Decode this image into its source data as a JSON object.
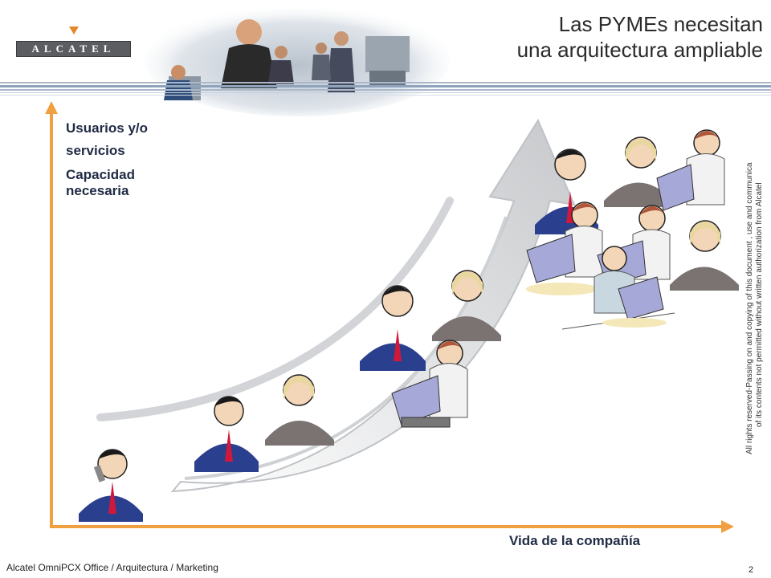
{
  "logo": {
    "text": "ALCATEL"
  },
  "title": {
    "line1": "Las PYMEs necesitan",
    "line2": "una arquitectura ampliable"
  },
  "chart": {
    "ylabel_line1": "Usuarios y/o",
    "ylabel_line2": "servicios",
    "capacity_line1": "Capacidad",
    "capacity_line2": "necesaria",
    "xlabel": "Vida de la compañía"
  },
  "disclaimer": {
    "line1": "All rights reserved-Passing on and copying of this document , use and communica",
    "line2": "of its contents not permitted without written authorization from Alcatel"
  },
  "footer": {
    "text": "Alcatel OmniPCX Office / Arquitectura / Marketing",
    "page": "2"
  },
  "colors": {
    "accent": "#f0a040",
    "axis": "#f0a040",
    "navy": "#1f2a44",
    "suit": "#2b3f8f",
    "tie": "#d0183a"
  }
}
